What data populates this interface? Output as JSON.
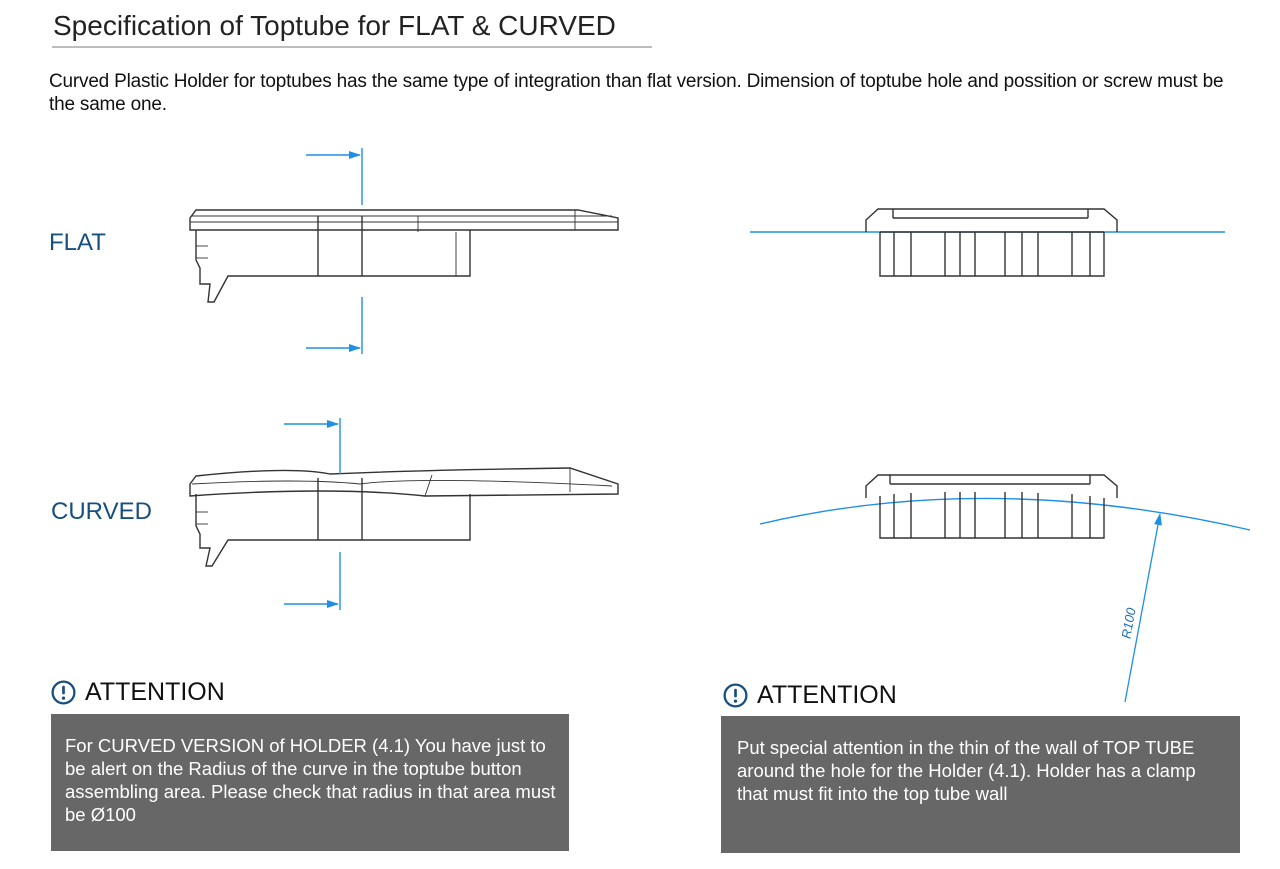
{
  "title": "Specification of Toptube for FLAT & CURVED",
  "intro": "Curved Plastic Holder for toptubes has the same type of integration than flat version. Dimension of toptube hole and possition or screw must be the same one.",
  "labels": {
    "flat": "FLAT",
    "curved": "CURVED"
  },
  "dimension": {
    "radius": "R100"
  },
  "attention_left": {
    "heading": "ATTENTION",
    "text": "For CURVED VERSION of HOLDER (4.1) You have just to be alert on the Radius of the curve in the toptube button assembling area. Please check that radius in that area must be Ø100"
  },
  "attention_right": {
    "heading": "ATTENTION",
    "text": "Put special attention in the thin of the wall of TOP TUBE around the hole for the Holder (4.1). Holder has a clamp that must fit into the top tube wall"
  },
  "colors": {
    "accent": "#17507e",
    "guide": "#1f8fe6",
    "box": "#676767"
  },
  "icons": [
    "exclamation-circle-icon"
  ]
}
